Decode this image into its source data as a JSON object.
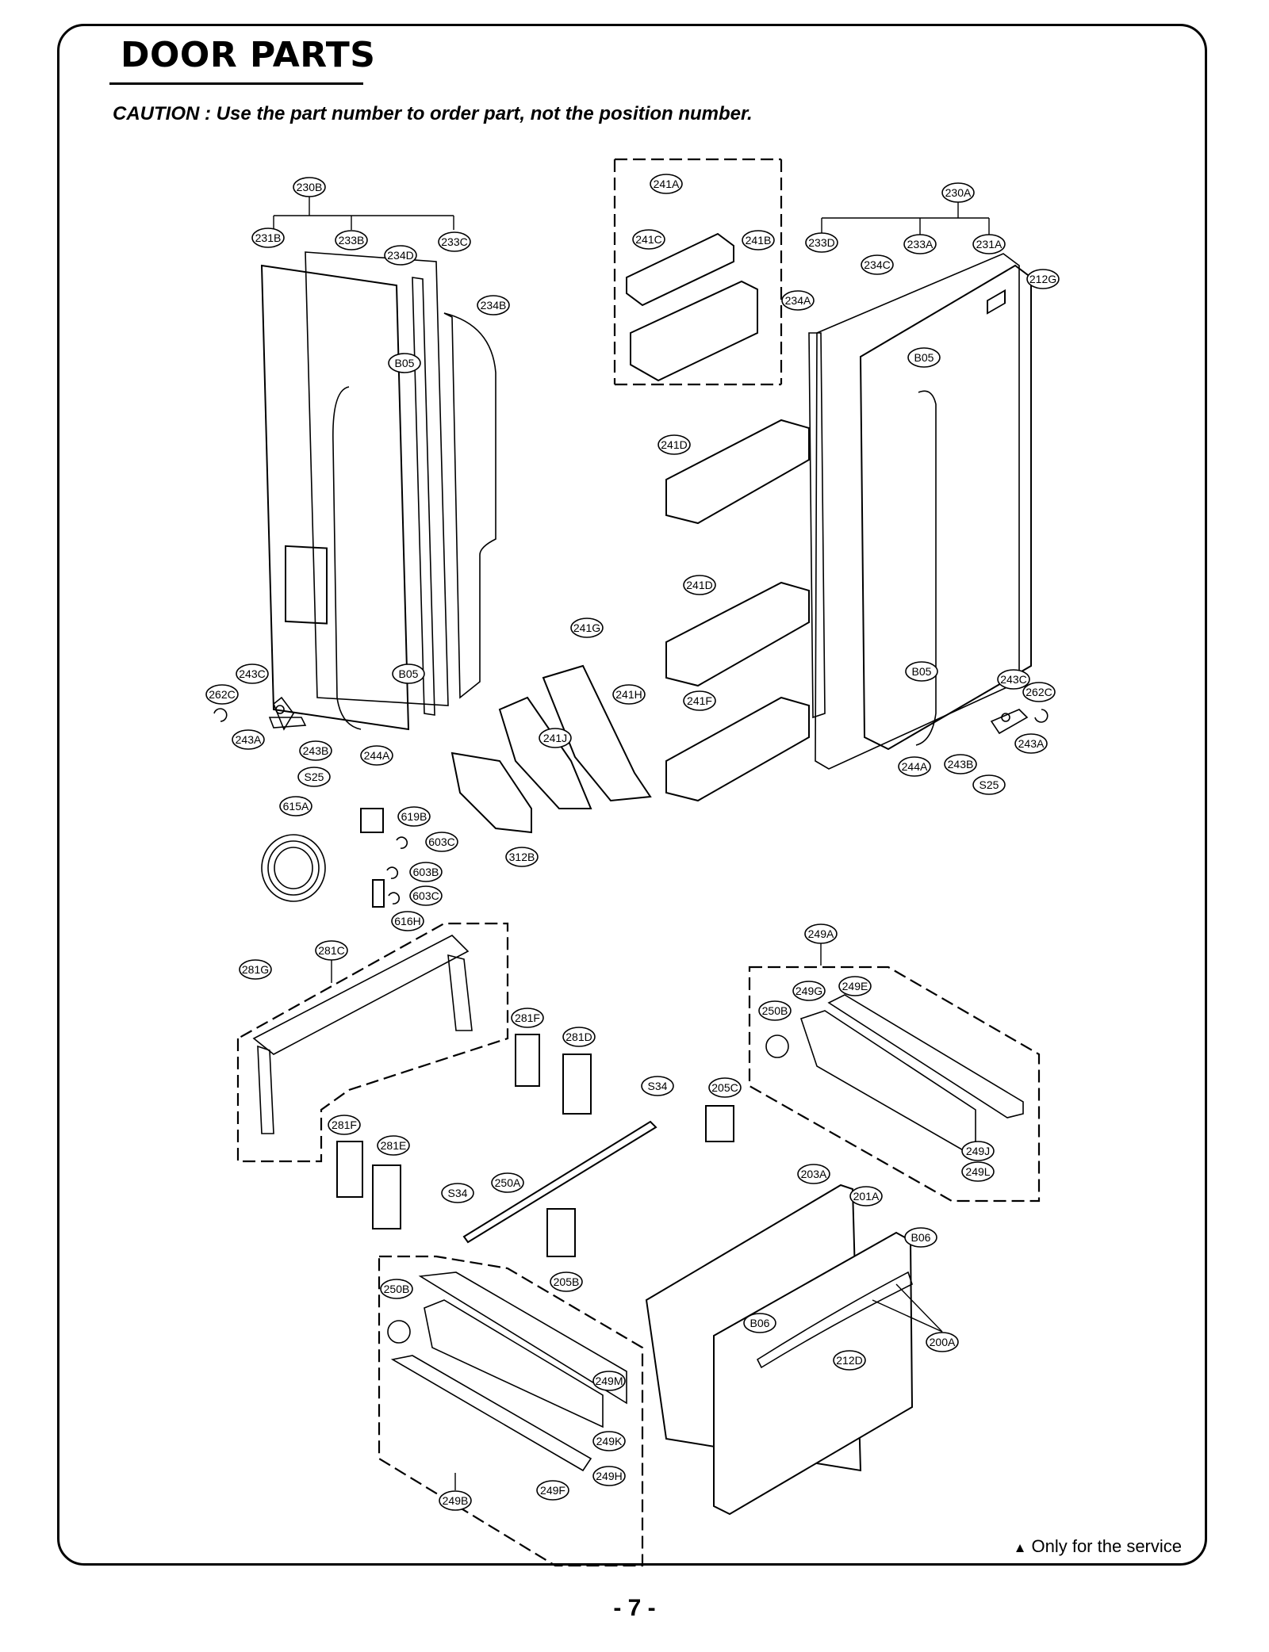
{
  "title": "DOOR PARTS",
  "caution": "CAUTION : Use the part number to order part, not the position number.",
  "footnote": "Only for the service",
  "footnote_symbol": "▲",
  "page_number": "- 7 -",
  "labels": [
    "230B",
    "231B",
    "233B",
    "234D",
    "233C",
    "234B",
    "B05",
    "B05",
    "243C",
    "262C",
    "243A",
    "243B",
    "S25",
    "244A",
    "241A",
    "241C",
    "241B",
    "241D",
    "241D",
    "241G",
    "241H",
    "241J",
    "241F",
    "312B",
    "230A",
    "233D",
    "233A",
    "231A",
    "212G",
    "234C",
    "234A",
    "B05",
    "B05",
    "243C",
    "262C",
    "243A",
    "243B",
    "S25",
    "244A",
    "615A",
    "619B",
    "603C",
    "603B",
    "603C",
    "616H",
    "281C",
    "281G",
    "281F",
    "281D",
    "S34",
    "281F",
    "281E",
    "S34",
    "250A",
    "205B",
    "205C",
    "249A",
    "249G",
    "249E",
    "250B",
    "249J",
    "249L",
    "203A",
    "201A",
    "B06",
    "B06",
    "200A",
    "212D",
    "250B",
    "249M",
    "249K",
    "249H",
    "249F",
    "249B"
  ]
}
